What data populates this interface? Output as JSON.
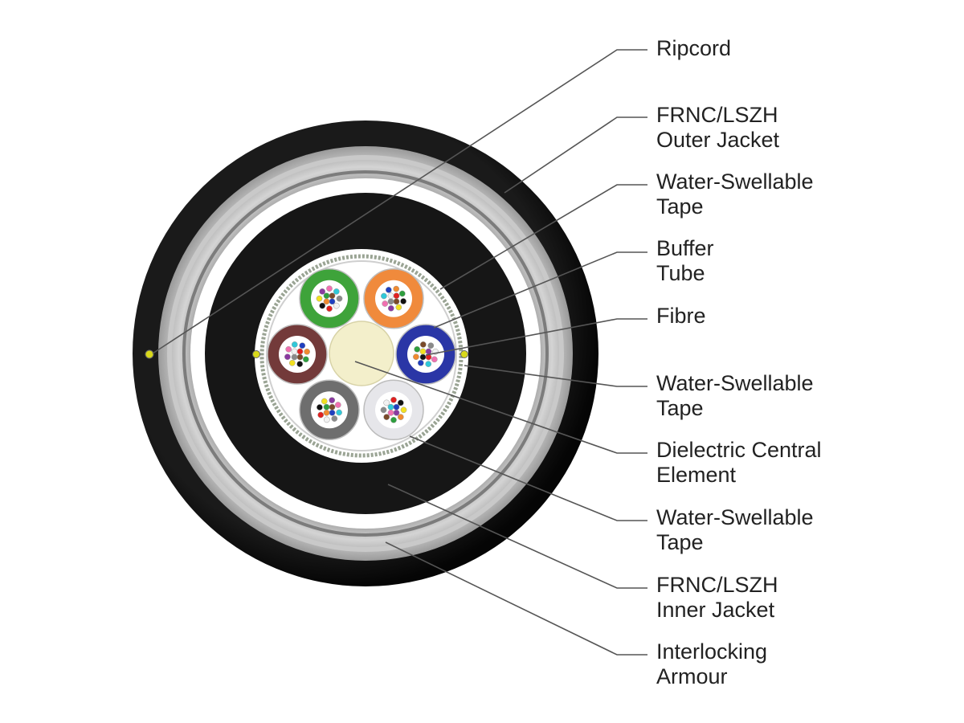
{
  "callouts": [
    {
      "id": "ripcord",
      "lines": [
        "Ripcord"
      ]
    },
    {
      "id": "outer-jacket",
      "lines": [
        "FRNC/LSZH",
        "Outer Jacket"
      ]
    },
    {
      "id": "water-swellable-tape-1",
      "lines": [
        "Water-Swellable",
        "Tape"
      ]
    },
    {
      "id": "buffer-tube",
      "lines": [
        "Buffer",
        "Tube"
      ]
    },
    {
      "id": "fibre",
      "lines": [
        "Fibre"
      ]
    },
    {
      "id": "water-swellable-tape-2",
      "lines": [
        "Water-Swellable",
        "Tape"
      ]
    },
    {
      "id": "central-element",
      "lines": [
        "Dielectric Central",
        "Element"
      ]
    },
    {
      "id": "water-swellable-tape-3",
      "lines": [
        "Water-Swellable",
        "Tape"
      ]
    },
    {
      "id": "inner-jacket",
      "lines": [
        "FRNC/LSZH",
        "Inner Jacket"
      ]
    },
    {
      "id": "armour",
      "lines": [
        "Interlocking",
        "Armour"
      ]
    }
  ],
  "colors": {
    "outer_jacket": "#141414",
    "armour": "#a9a9a9",
    "inner_jacket": "#161616",
    "tape": "#ffffff",
    "central_element": "#f3efcb",
    "leader_line": "#555555"
  },
  "buffer_tubes": [
    {
      "name": "green-tube",
      "color": "#3ea33a"
    },
    {
      "name": "orange-tube",
      "color": "#f08a3c"
    },
    {
      "name": "blue-tube",
      "color": "#2a36a6"
    },
    {
      "name": "white-tube",
      "color": "#e6e6ea"
    },
    {
      "name": "grey-tube",
      "color": "#6e6e6e"
    },
    {
      "name": "brown-tube",
      "color": "#733a3a"
    }
  ],
  "fibre_colors": [
    "#1f3fbf",
    "#f08a30",
    "#2e9e3e",
    "#7a4a2a",
    "#8a8a8a",
    "#f2f2f2",
    "#e02020",
    "#111111",
    "#f2e020",
    "#8a3aa0",
    "#f070b0",
    "#30c8d8"
  ]
}
